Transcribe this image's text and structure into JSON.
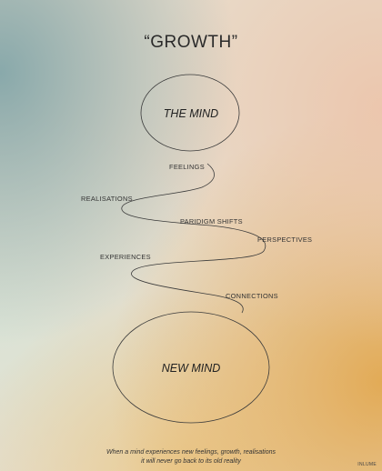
{
  "title": "“GROWTH”",
  "top_ellipse_label": "THE MIND",
  "bottom_ellipse_label": "NEW MIND",
  "path_labels": {
    "feelings": "FEELINGS",
    "realisations": "REALISATIONS",
    "paradigm_shifts": "PARIDIGM SHIFTS",
    "perspectives": "PERSPECTIVES",
    "experiences": "EXPERIENCES",
    "connections": "CONNECTIONS"
  },
  "caption": {
    "line1": "When a mind experiences new feelings, growth, realisations",
    "line2": "it will never go back to its old reality"
  },
  "brand": "INLUME",
  "colors": {
    "teal": "#78a0a5",
    "peach": "#ecc4aa",
    "amber": "#e2a850",
    "stroke": "#3a3a3a"
  }
}
